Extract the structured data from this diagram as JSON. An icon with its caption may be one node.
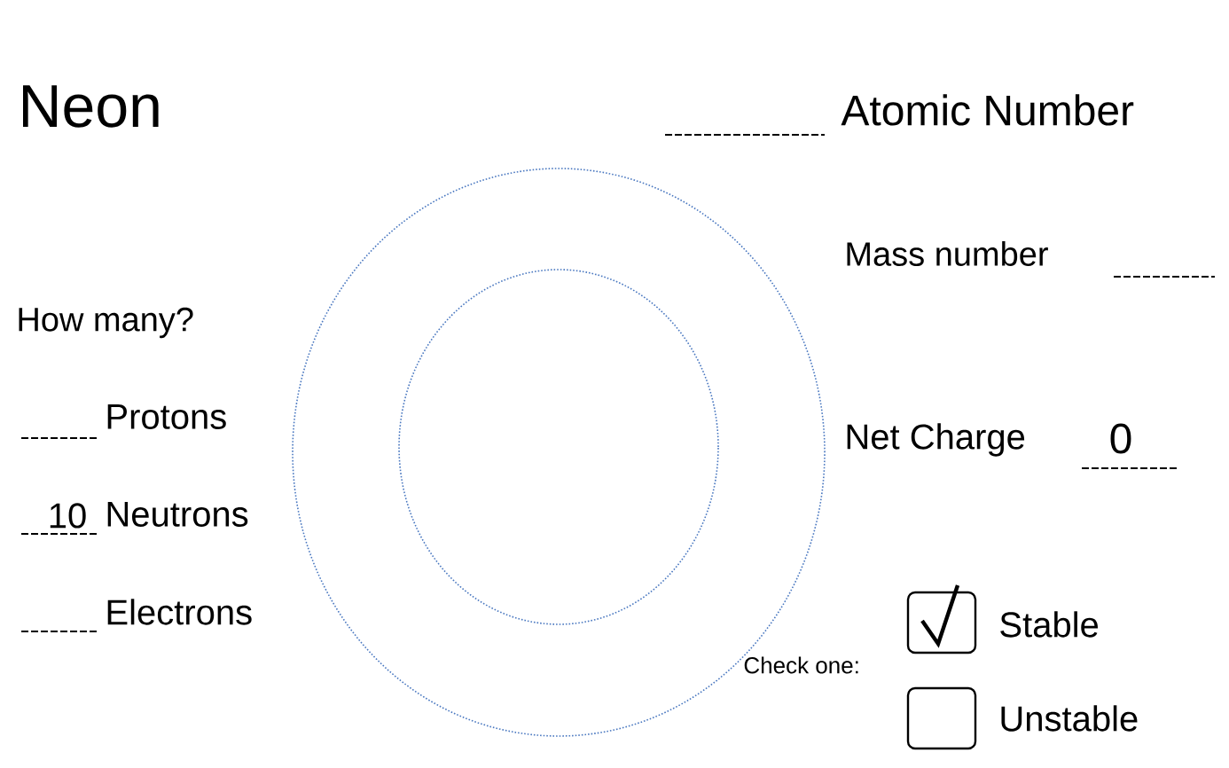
{
  "diagram": {
    "title": "Neon",
    "labels": [
      "Atomic Number",
      "Mass number",
      "How many?",
      "Protons",
      "10",
      "Neutrons",
      "Electrons",
      "Net Charge",
      "0",
      "Check one:",
      "Stable",
      "Unstable"
    ]
  }
}
